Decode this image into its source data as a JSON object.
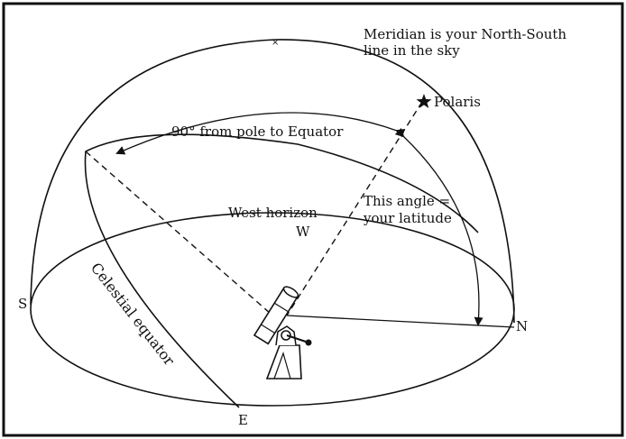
{
  "labels": {
    "meridian_line1": "Meridian is your North-South",
    "meridian_line2": "line in the sky",
    "polaris": "Polaris",
    "pole_equator": "90° from pole to Equator",
    "angle_line1": "This angle =",
    "angle_line2": "your latitude",
    "west_horizon": "West horizon",
    "west": "W",
    "south": "S",
    "north": "N",
    "east": "E",
    "celestial_equator": "Celestial equator"
  },
  "icons": {
    "polaris_star": "star-icon",
    "telescope": "telescope-icon"
  }
}
